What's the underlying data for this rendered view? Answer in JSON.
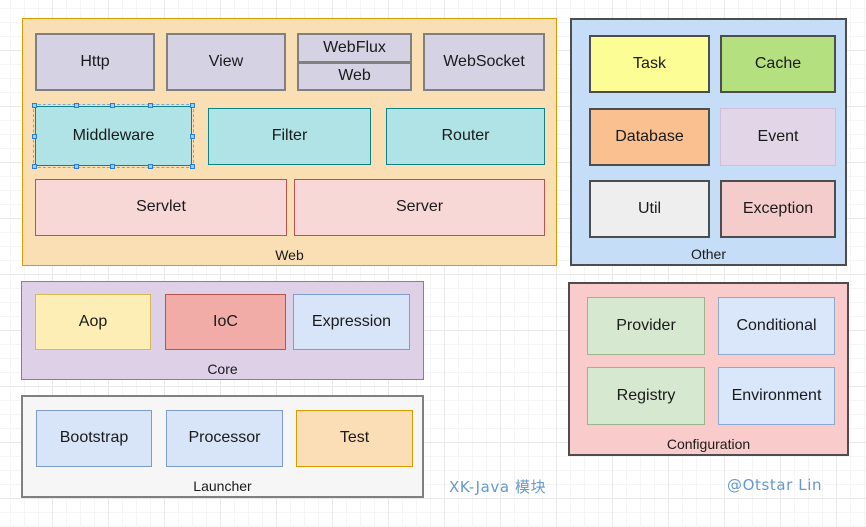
{
  "diagram": {
    "title": "XK-Java 模块",
    "author": "@Otstar Lin",
    "colors": {
      "web_group": "#fadfb4",
      "other_group": "#c5ddf7",
      "core_group": "#ded0e6",
      "launcher_group": "#f6f6f6",
      "config_group": "#f9cbcb",
      "footer_text": "#6699cc",
      "selection_handle": "#8fd3f4",
      "canvas_background": "#ffffff"
    }
  },
  "groups": {
    "web": {
      "label": "Web",
      "nodes": [
        {
          "label": "Http",
          "style": "lavender"
        },
        {
          "label": "View",
          "style": "lavender"
        },
        {
          "label": "WebFlux",
          "style": "lavender"
        },
        {
          "label": "Web",
          "style": "lavender"
        },
        {
          "label": "WebSocket",
          "style": "lavender"
        },
        {
          "label": "Middleware",
          "style": "teal",
          "selected": true
        },
        {
          "label": "Filter",
          "style": "teal"
        },
        {
          "label": "Router",
          "style": "teal"
        },
        {
          "label": "Servlet",
          "style": "pink-bordered"
        },
        {
          "label": "Server",
          "style": "pink-bordered"
        }
      ]
    },
    "other": {
      "label": "Other",
      "nodes": [
        {
          "label": "Task",
          "style": "yellow"
        },
        {
          "label": "Cache",
          "style": "green"
        },
        {
          "label": "Database",
          "style": "orange"
        },
        {
          "label": "Event",
          "style": "mauve"
        },
        {
          "label": "Util",
          "style": "gray"
        },
        {
          "label": "Exception",
          "style": "redpink"
        }
      ]
    },
    "core": {
      "label": "Core",
      "nodes": [
        {
          "label": "Aop",
          "style": "soft-yellow"
        },
        {
          "label": "IoC",
          "style": "salmon"
        },
        {
          "label": "Expression",
          "style": "blue"
        }
      ]
    },
    "launcher": {
      "label": "Launcher",
      "nodes": [
        {
          "label": "Bootstrap",
          "style": "blue"
        },
        {
          "label": "Processor",
          "style": "blue"
        },
        {
          "label": "Test",
          "style": "tan"
        }
      ]
    },
    "configuration": {
      "label": "Configuration",
      "nodes": [
        {
          "label": "Provider",
          "style": "light-green"
        },
        {
          "label": "Conditional",
          "style": "light-blue"
        },
        {
          "label": "Registry",
          "style": "light-green"
        },
        {
          "label": "Environment",
          "style": "light-blue"
        }
      ]
    }
  }
}
